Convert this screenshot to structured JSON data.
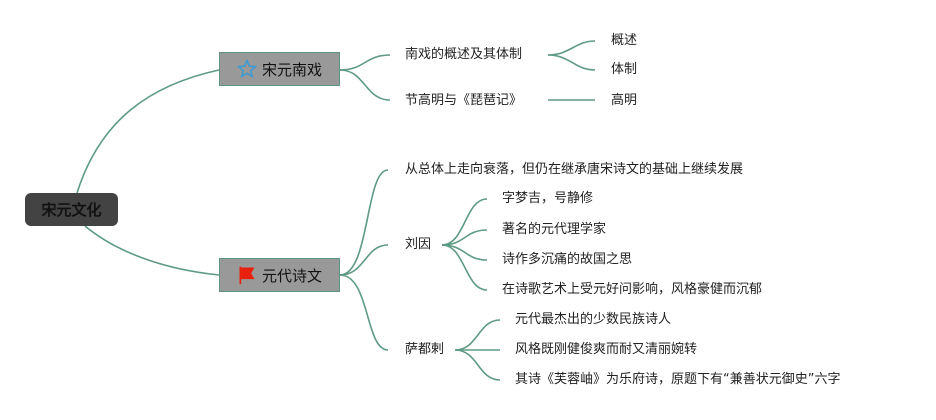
{
  "root": {
    "label": "宋元文化"
  },
  "branches": [
    {
      "label": "宋元南戏",
      "icon": "star-icon",
      "icon_color": "#3a9bd5",
      "children": [
        {
          "label": "南戏的概述及其体制",
          "children": [
            "概述",
            "体制"
          ]
        },
        {
          "label": "节高明与《琵琶记》",
          "children": [
            "高明"
          ]
        }
      ]
    },
    {
      "label": "元代诗文",
      "icon": "flag-icon",
      "icon_color": "#e8210e",
      "children": [
        {
          "label": "从总体上走向衰落，但仍在继承唐宋诗文的基础上继续发展",
          "children": []
        },
        {
          "label": "刘因",
          "children": [
            "字梦吉，号静修",
            "著名的元代理学家",
            "诗作多沉痛的故国之思",
            "在诗歌艺术上受元好问影响，风格豪健而沉郁"
          ]
        },
        {
          "label": "萨都剌",
          "children": [
            "元代最杰出的少数民族诗人",
            "风格既刚健俊爽而耐又清丽婉转",
            "其诗《芙蓉岫》为乐府诗，原题下有“兼善状元御史”六字"
          ]
        }
      ]
    }
  ],
  "colors": {
    "line": "#5e9a84",
    "root_fill": "#434343",
    "branch_fill": "#999999"
  }
}
